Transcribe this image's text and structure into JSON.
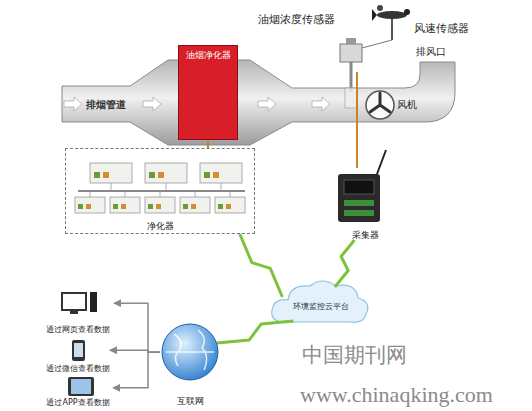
{
  "diagram": {
    "nodes": [
      {
        "text": [
          "油烟净化器"
        ]
      },
      {
        "text": [
          "油烟浓度传感器"
        ]
      },
      {
        "text": [
          "风速传感器"
        ]
      },
      {
        "text": [
          "净化器"
        ]
      },
      {
        "text": [
          "采集器"
        ]
      },
      {
        "text": [
          "环境监控云平台"
        ]
      },
      {
        "text": [
          "通过网页查看数据"
        ]
      },
      {
        "text": [
          "通过微信查看数据"
        ]
      },
      {
        "text": [
          "通过APP查看数据"
        ]
      },
      {
        "text": [
          "互联网"
        ]
      }
    ],
    "edges": [
      {
        "from": 0,
        "to": 3,
        "arrow": "none"
      },
      {
        "from": 4,
        "to": 1,
        "arrow": "none"
      },
      {
        "from": 3,
        "to": 5,
        "arrow": "none"
      },
      {
        "from": 4,
        "to": 5,
        "arrow": "none"
      },
      {
        "from": 5,
        "to": 9,
        "arrow": "none"
      },
      {
        "from": 9,
        "to": 6,
        "arrow": "to"
      },
      {
        "from": 9,
        "to": 7,
        "arrow": "to"
      },
      {
        "from": 9,
        "to": 8,
        "arrow": "to"
      }
    ],
    "labels": [
      "排烟管道",
      "排风口",
      "风机",
      "中国期刊网",
      "www.chinaqking.com"
    ]
  }
}
